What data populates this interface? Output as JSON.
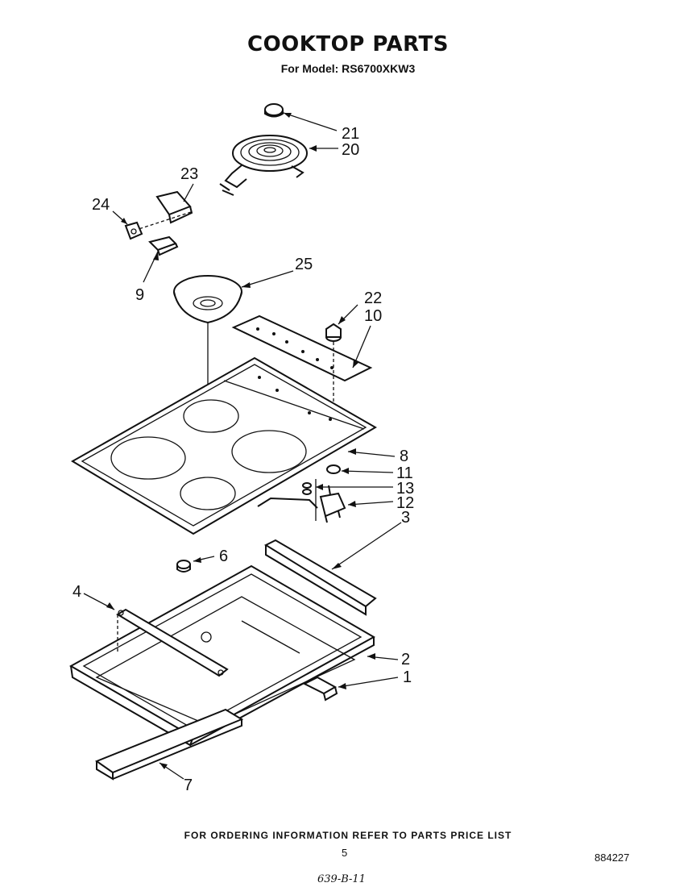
{
  "title": "COOKTOP PARTS",
  "subtitle": "For Model: RS6700XKW3",
  "callouts": [
    "21",
    "20",
    "23",
    "24",
    "9",
    "25",
    "22",
    "10",
    "8",
    "11",
    "13",
    "12",
    "3",
    "6",
    "4",
    "2",
    "1",
    "7"
  ],
  "footer": {
    "ordering_note": "FOR ORDERING INFORMATION REFER TO PARTS PRICE LIST",
    "page_number": "5",
    "doc_code": "884227",
    "handwritten": "639-B-11"
  }
}
